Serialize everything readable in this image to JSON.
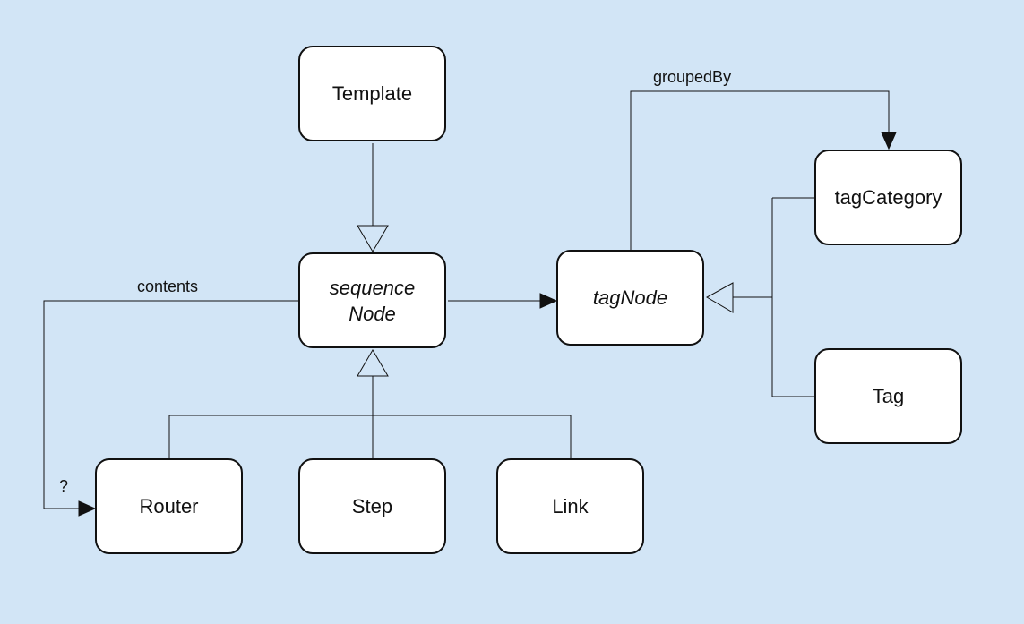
{
  "nodes": {
    "template": {
      "label": "Template"
    },
    "sequence_node": {
      "line1": "sequence",
      "line2": "Node"
    },
    "tag_node": {
      "label": "tagNode"
    },
    "tag_category": {
      "label": "tagCategory"
    },
    "tag": {
      "label": "Tag"
    },
    "router": {
      "label": "Router"
    },
    "step": {
      "label": "Step"
    },
    "link": {
      "label": "Link"
    }
  },
  "edges": {
    "contents_label": "contents",
    "grouped_by_label": "groupedBy",
    "multiplicity_label": "?"
  },
  "colors": {
    "background": "#d2e5f6",
    "node_fill": "#ffffff",
    "line": "#111111"
  }
}
